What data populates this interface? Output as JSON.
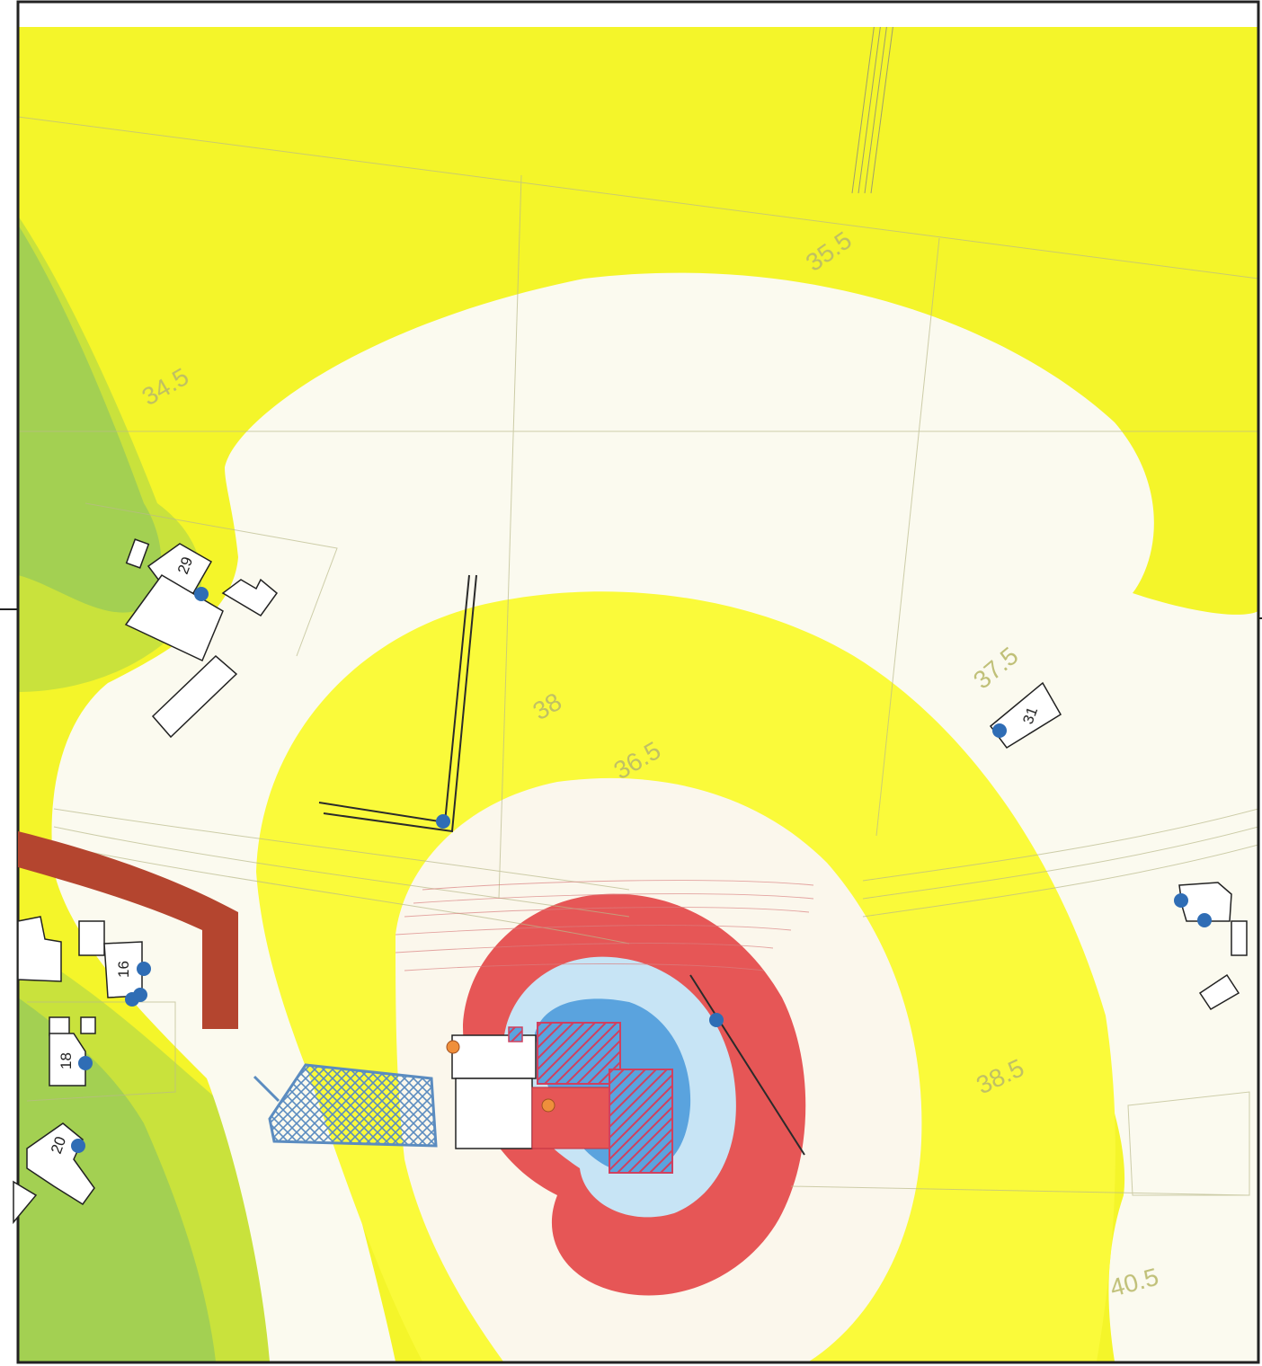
{
  "colors": {
    "band_34": "#95c95a",
    "band_35": "#c9e23c",
    "band_36": "#f4f52a",
    "band_37": "#fbfaef",
    "band_38": "#fafa3a",
    "band_39": "#fbf7ec",
    "band_40": "#e65656",
    "band_41": "#c7e4f5",
    "band_42": "#5aa3de",
    "receiver": "#2f6db5",
    "source_point": "#ef8f3b",
    "barrier": "#b4452f",
    "hatched_area": "#5b8cc0"
  },
  "contour_labels": [
    {
      "text": "34.5"
    },
    {
      "text": "35.5"
    },
    {
      "text": "37.5"
    },
    {
      "text": "38"
    },
    {
      "text": "36.5"
    },
    {
      "text": "38.5"
    },
    {
      "text": "40.5"
    }
  ],
  "building_labels": [
    {
      "text": "29"
    },
    {
      "text": "31"
    },
    {
      "text": "16"
    },
    {
      "text": "18"
    },
    {
      "text": "20"
    }
  ]
}
